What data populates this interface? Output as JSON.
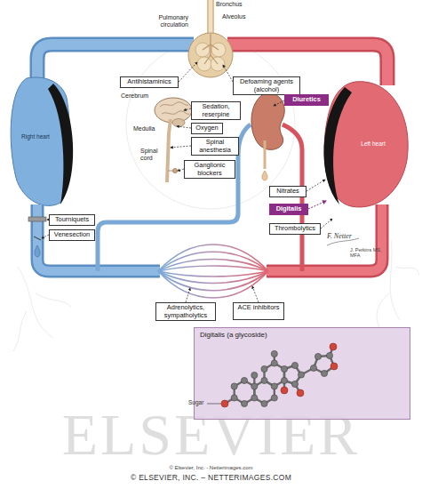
{
  "diagram": {
    "nodes": [
      {
        "text": [
          "Antihistaminics"
        ]
      },
      {
        "text": [
          "Defoaming agents (alcohol)"
        ]
      },
      {
        "text": [
          "Sedation, reserpine"
        ]
      },
      {
        "text": [
          "Diuretics"
        ]
      },
      {
        "text": [
          "Oxygen"
        ]
      },
      {
        "text": [
          "Spinal anesthesia"
        ]
      },
      {
        "text": [
          "Ganglionic blockers"
        ]
      },
      {
        "text": [
          "Nitrates"
        ]
      },
      {
        "text": [
          "Digitalis"
        ]
      },
      {
        "text": [
          "Tourniquets"
        ]
      },
      {
        "text": [
          "Thrombolytics"
        ]
      },
      {
        "text": [
          "Venesection"
        ]
      },
      {
        "text": [
          "Adrenolytics, sympatholytics"
        ]
      },
      {
        "text": [
          "ACE inhibitors"
        ]
      },
      {
        "text": [
          "Digitalis (a glycoside)"
        ]
      }
    ],
    "labels": [
      "Bronchus",
      "Alveolus",
      "Pulmonary circulation",
      "Cerebrum",
      "Medulla",
      "Spinal cord",
      "Right heart",
      "Left heart",
      "F. Netter",
      "J. Perkins MS, MFA",
      "Sugar",
      "ELSEVIER",
      "© Elsevier, Inc. - Netterimages.com",
      "© ELSEVIER, INC. – NETTERIMAGES.COM"
    ]
  }
}
